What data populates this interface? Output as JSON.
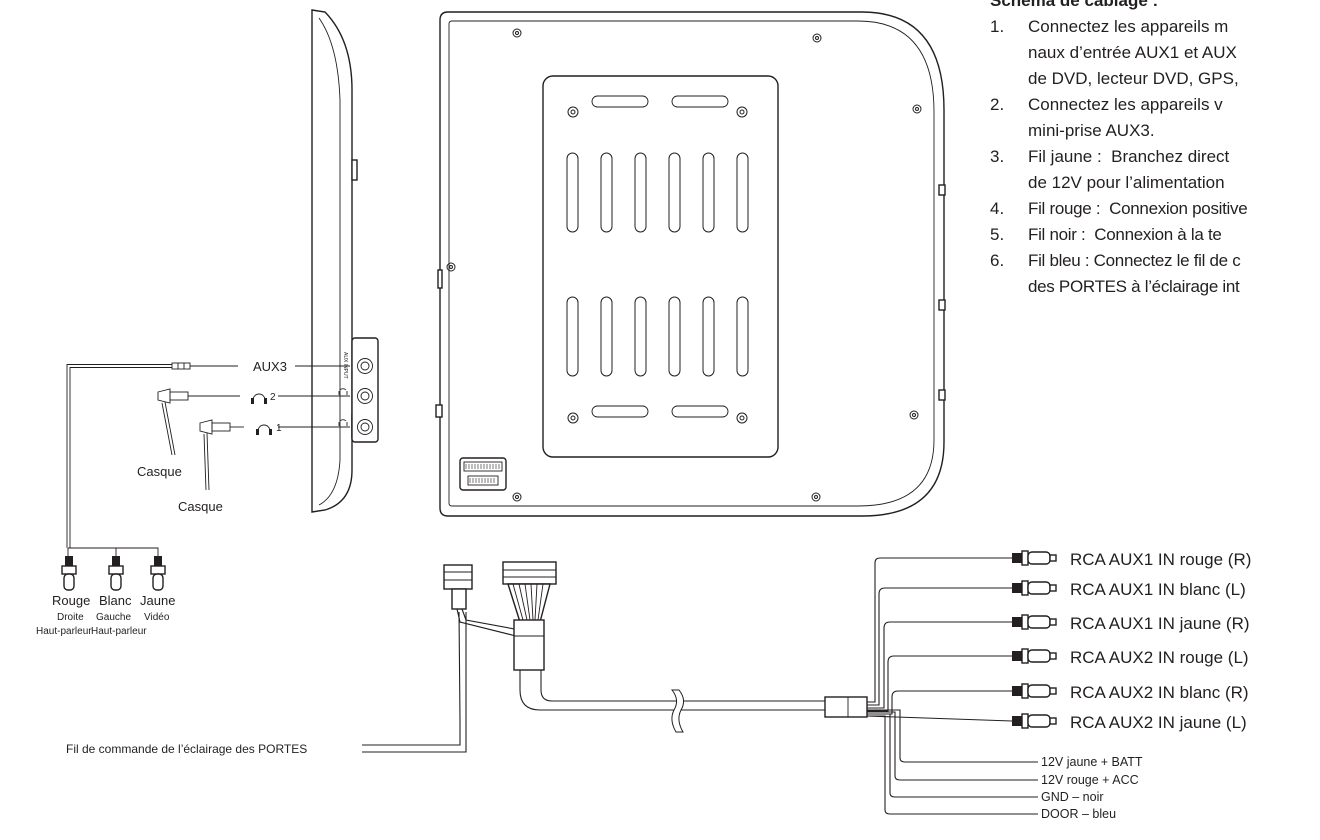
{
  "instructions": {
    "heading": "Schéma de câblage :",
    "items": [
      {
        "num": "1.",
        "lines": [
          "Connectez les appareils m",
          "naux d’entrée AUX1 et AUX",
          "de DVD, lecteur DVD, GPS,"
        ]
      },
      {
        "num": "2.",
        "lines": [
          "Connectez les appareils v",
          "mini-prise AUX3."
        ]
      },
      {
        "num": "3.",
        "lines": [
          "Fil jaune :  Branchez direct",
          "de 12V pour l’alimentation"
        ]
      },
      {
        "num": "4.",
        "lines": [
          "Fil rouge :  Connexion positive"
        ]
      },
      {
        "num": "5.",
        "lines": [
          "Fil noir :  Connexion à la te"
        ]
      },
      {
        "num": "6.",
        "lines": [
          "Fil bleu : Connectez le fil de c",
          "des PORTES à l’éclairage int"
        ]
      }
    ]
  },
  "side_panel": {
    "aux3_label": "AUX3",
    "aux_input_marking": "AUX INPUT",
    "headphone_2_label": "2",
    "headphone_1_label": "1",
    "casque_label_1": "Casque",
    "casque_label_2": "Casque"
  },
  "rca_plugs": [
    {
      "color": "Rouge",
      "side": "Droite",
      "role": "Haut-parleur"
    },
    {
      "color": "Blanc",
      "side": "Gauche",
      "role": "Haut-parleur"
    },
    {
      "color": "Jaune",
      "side": "Vidéo",
      "role": ""
    }
  ],
  "harness": {
    "door_wire_label": "Fil de commande de l’éclairage des PORTES",
    "rca_outputs": [
      "RCA AUX1 IN rouge (R)",
      "RCA AUX1 IN blanc (L)",
      "RCA AUX1 IN jaune (R)",
      "RCA AUX2 IN rouge (L)",
      "RCA AUX2 IN blanc (R)",
      "RCA AUX2 IN jaune (L)"
    ],
    "power_wires": [
      "12V jaune + BATT",
      "12V rouge + ACC",
      "GND – noir",
      "DOOR – bleu"
    ]
  },
  "colors": {
    "ink": "#231f20",
    "background": "#ffffff"
  }
}
